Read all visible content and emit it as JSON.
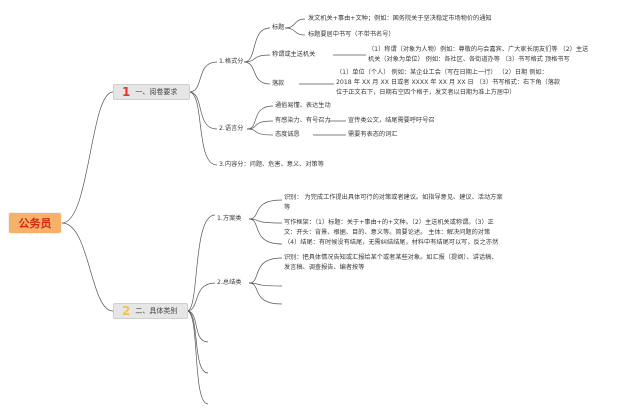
{
  "root": {
    "label": "公务员"
  },
  "sections": [
    {
      "num": "1",
      "num_color": "#e8342a",
      "label": "一、阅卷要求"
    },
    {
      "num": "2",
      "num_color": "#f4c542",
      "label": "二、具体类别"
    }
  ],
  "n1": {
    "label": "1.格式分",
    "title": {
      "label": "标题",
      "l1": "发文机关+事由+文种；例如：国务院关于坚决稳定市场物价的通知",
      "l2": "标题要居中书写（不带书名号）"
    },
    "addressee": {
      "label": "称谓或主送机关",
      "l1": "（1）称谓（对象为人物）例如：尊敬的与会嘉宾、广大家长朋友们等  （2）主送",
      "l2": "机关（对象为单位） 例如：各社区、各街道办等  （3）书写格式 顶格书写"
    },
    "sign": {
      "label": "落款",
      "l1": "（1）单位（个人） 例如：某企业工会（写在日期上一行）  （2）日期 例如：",
      "l2": "2018 年 XX 月 XX 日或者 XXXX 年 XX 月 XX 日  （3）书写格式：右下角（落款",
      "l3": "位于正文右下，日期右空四个格子，发文者以日期为准上方居中）"
    }
  },
  "n2": {
    "label": "2.语言分",
    "a": "通俗易懂、表达生动",
    "b": {
      "label": "有感染力、有号召力",
      "detail": "宣传类公文，结尾需要呼吁号召"
    },
    "c": {
      "label": "态度诚恳",
      "detail": "需要有表态的词汇"
    }
  },
  "n3": {
    "label": "3.内容分：问题、危害、意义、对策等"
  },
  "m1": {
    "label": "1.方案类",
    "id1": "识别： 为完成工作提出具体可行的对策或者建议。如指导意见、建议、活动方案",
    "id2": "等",
    "f1": "写作框架：（1）标题：关于+事由+的+文种。（2）主送机关或称谓。（3）正",
    "f2": "文：开头：背景、根据、目的、意义等。简要论述。 主体：解决问题的对策",
    "f3": "（4）结尾：有时候没有结尾，无需纠结结尾，材料中有结尾可以写，反之亦然"
  },
  "m2": {
    "label": "2.总结类",
    "id1": "识别：把具体情况告知或汇报给某个或者某些对象。如汇报（提纲）、讲话稿、",
    "id2": "发言稿、调查报告、编者按等"
  }
}
